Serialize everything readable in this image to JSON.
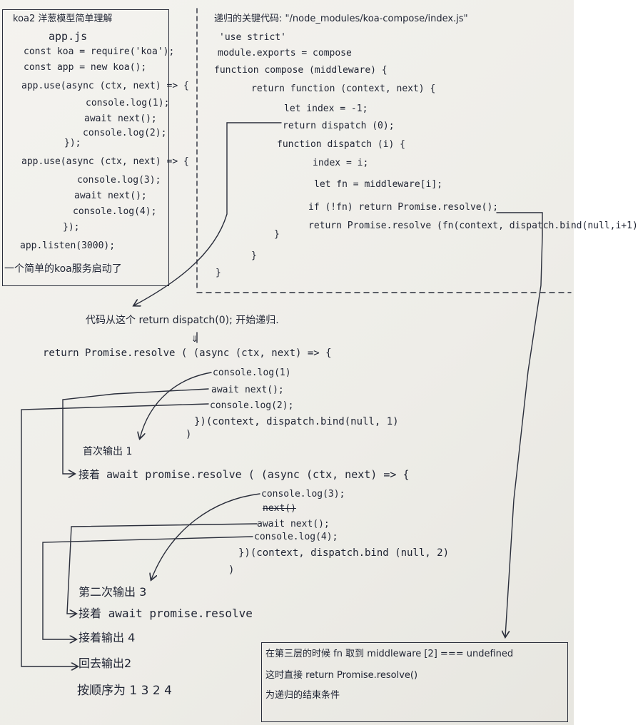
{
  "left_box": {
    "title": "koa2 洋葱模型简单理解",
    "filename": "app.js",
    "lines": [
      "const koa = require('koa');",
      "const app = new koa();",
      "app.use(async (ctx, next) => {",
      "console.log(1);",
      "await next();",
      "console.log(2);",
      "});",
      "app.use(async (ctx, next) => {",
      "console.log(3);",
      "await next();",
      "console.log(4);",
      "});",
      "app.listen(3000);"
    ],
    "footer": "一个简单的koa服务启动了"
  },
  "right_code": {
    "title": "递归的关键代码: \"/node_modules/koa-compose/index.js\"",
    "lines": [
      "'use strict'",
      "module.exports = compose",
      "function compose (middleware) {",
      "return function (context, next) {",
      "let index = -1;",
      "return dispatch (0);",
      "function dispatch (i) {",
      "index = i;",
      "let fn = middleware[i];",
      "if (!fn) return Promise.resolve();",
      "return Promise.resolve (fn(context, dispatch.bind(null,i+1)",
      "}",
      "}",
      "}"
    ]
  },
  "walkthrough": {
    "intro": "代码从这个 return dispatch(0); 开始递归.",
    "down_arrow": "⇓",
    "l1_head": "return Promise.resolve ( (async (ctx, next) => {",
    "l1_body": [
      "console.log(1)",
      "await next();",
      "console.log(2);"
    ],
    "l1_close": "})(context, dispatch.bind(null, 1)",
    "l1_paren": ")",
    "first_output": "首次输出 1",
    "l2_head": "接着 await promise.resolve ( (async (ctx, next) => {",
    "l2_body_0": "console.log(3);",
    "l2_struck": "next()",
    "l2_body": [
      "await next();",
      "console.log(4);"
    ],
    "l2_close": "})(context, dispatch.bind (null, 2)",
    "l2_paren": ")",
    "second_output": "第二次输出 3",
    "then_resolve": "接着 await promise.resolve",
    "then_output": "接着输出 4",
    "back_output": "回去输出2",
    "order": "按顺序为 1 3 2 4"
  },
  "note_box": {
    "lines": [
      "在第三层的时候 fn 取到 middleware [2] === undefined",
      "这时直接 return Promise.resolve()",
      "为递归的结束条件"
    ]
  }
}
